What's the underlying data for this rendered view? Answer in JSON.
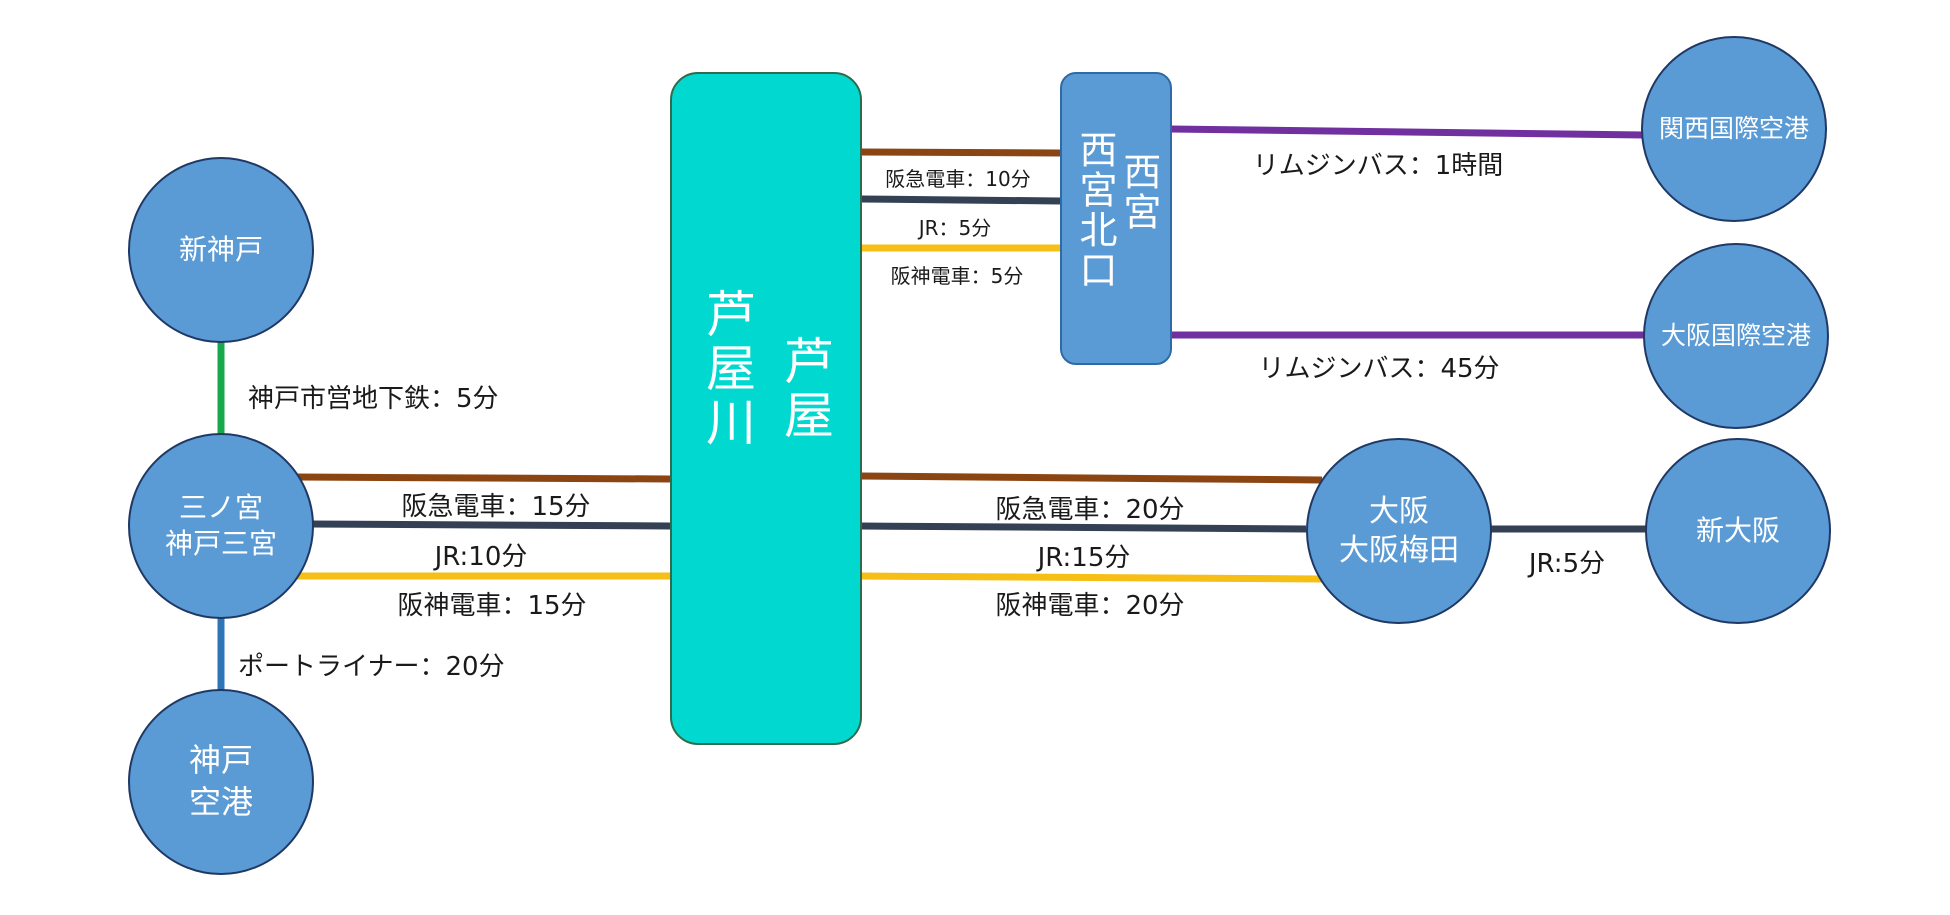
{
  "colors": {
    "hankyu": "#8b4513",
    "jr": "#344154",
    "hanshin": "#f5bf16",
    "subway": "#16a84a",
    "portliner": "#2e75b6",
    "limousine": "#7030a0",
    "station_fill": "#5b9bd5",
    "hub_fill": "#00d8d0"
  },
  "stations": {
    "shinkobe": [
      "新神戸"
    ],
    "sannomiya": [
      "三ノ宮",
      "神戸三宮"
    ],
    "kobe_airport": [
      "神戸",
      "空港"
    ],
    "umeda": [
      "大阪",
      "大阪梅田"
    ],
    "shin_osaka": [
      "新大阪"
    ],
    "kansai_airport": [
      "関西国際空港"
    ],
    "itami_airport": [
      "大阪国際空港"
    ]
  },
  "hub": {
    "col1": "芦屋",
    "col2": "芦屋川"
  },
  "nishinomiya": {
    "col1": "西宮",
    "col2": "西宮北口"
  },
  "labels": {
    "subway": "神戸市営地下鉄：5分",
    "portliner": "ポートライナー：20分",
    "hankyu_sannomiya": "阪急電車：15分",
    "jr_sannomiya": "JR:10分",
    "hanshin_sannomiya": "阪神電車：15分",
    "hankyu_umeda": "阪急電車：20分",
    "jr_umeda": "JR:15分",
    "hanshin_umeda": "阪神電車：20分",
    "jr_shinosaka": "JR:5分",
    "hankyu_nishi": "阪急電車：10分",
    "jr_nishi": "JR：5分",
    "hanshin_nishi": "阪神電車：5分",
    "limo_kansai": "リムジンバス：1時間",
    "limo_itami": "リムジンバス：45分"
  }
}
